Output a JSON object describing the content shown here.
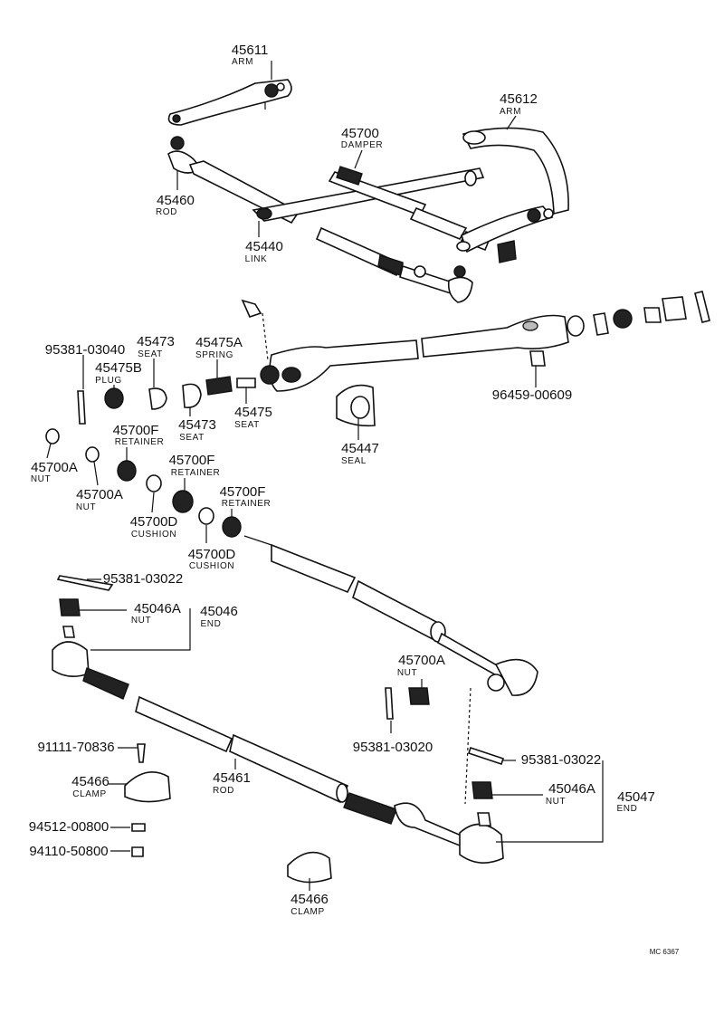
{
  "diagram_id": "MC 6367",
  "labels": {
    "l45611": {
      "num": "45611",
      "name": "ARM"
    },
    "l45612": {
      "num": "45612",
      "name": "ARM"
    },
    "l45700": {
      "num": "45700",
      "name": "DAMPER"
    },
    "l45460": {
      "num": "45460",
      "name": "ROD"
    },
    "l45440": {
      "num": "45440",
      "name": "LINK"
    },
    "l95381_03040": {
      "num": "95381-03040",
      "name": ""
    },
    "l45473a": {
      "num": "45473",
      "name": "SEAT"
    },
    "l45475a": {
      "num": "45475A",
      "name": "SPRING"
    },
    "l45475b": {
      "num": "45475B",
      "name": "PLUG"
    },
    "l45473b": {
      "num": "45473",
      "name": "SEAT"
    },
    "l45475": {
      "num": "45475",
      "name": "SEAT"
    },
    "l45447": {
      "num": "45447",
      "name": "SEAL"
    },
    "l96459": {
      "num": "96459-00609",
      "name": ""
    },
    "l45700f_1": {
      "num": "45700F",
      "name": "RETAINER"
    },
    "l45700a_1": {
      "num": "45700A",
      "name": "NUT"
    },
    "l45700a_2": {
      "num": "45700A",
      "name": "NUT"
    },
    "l45700f_2": {
      "num": "45700F",
      "name": "RETAINER"
    },
    "l45700d_1": {
      "num": "45700D",
      "name": "CUSHION"
    },
    "l45700f_3": {
      "num": "45700F",
      "name": "RETAINER"
    },
    "l45700d_2": {
      "num": "45700D",
      "name": "CUSHION"
    },
    "l95381_03022a": {
      "num": "95381-03022",
      "name": ""
    },
    "l45046a_1": {
      "num": "45046A",
      "name": "NUT"
    },
    "l45046": {
      "num": "45046",
      "name": "END"
    },
    "l45700a_3": {
      "num": "45700A",
      "name": "NUT"
    },
    "l95381_03020": {
      "num": "95381-03020",
      "name": ""
    },
    "l91111": {
      "num": "91111-70836",
      "name": ""
    },
    "l45466_1": {
      "num": "45466",
      "name": "CLAMP"
    },
    "l45461": {
      "num": "45461",
      "name": "ROD"
    },
    "l95381_03022b": {
      "num": "95381-03022",
      "name": ""
    },
    "l45046a_2": {
      "num": "45046A",
      "name": "NUT"
    },
    "l45047": {
      "num": "45047",
      "name": "END"
    },
    "l94512": {
      "num": "94512-00800",
      "name": ""
    },
    "l94110": {
      "num": "94110-50800",
      "name": ""
    },
    "l45466_2": {
      "num": "45466",
      "name": "CLAMP"
    }
  }
}
